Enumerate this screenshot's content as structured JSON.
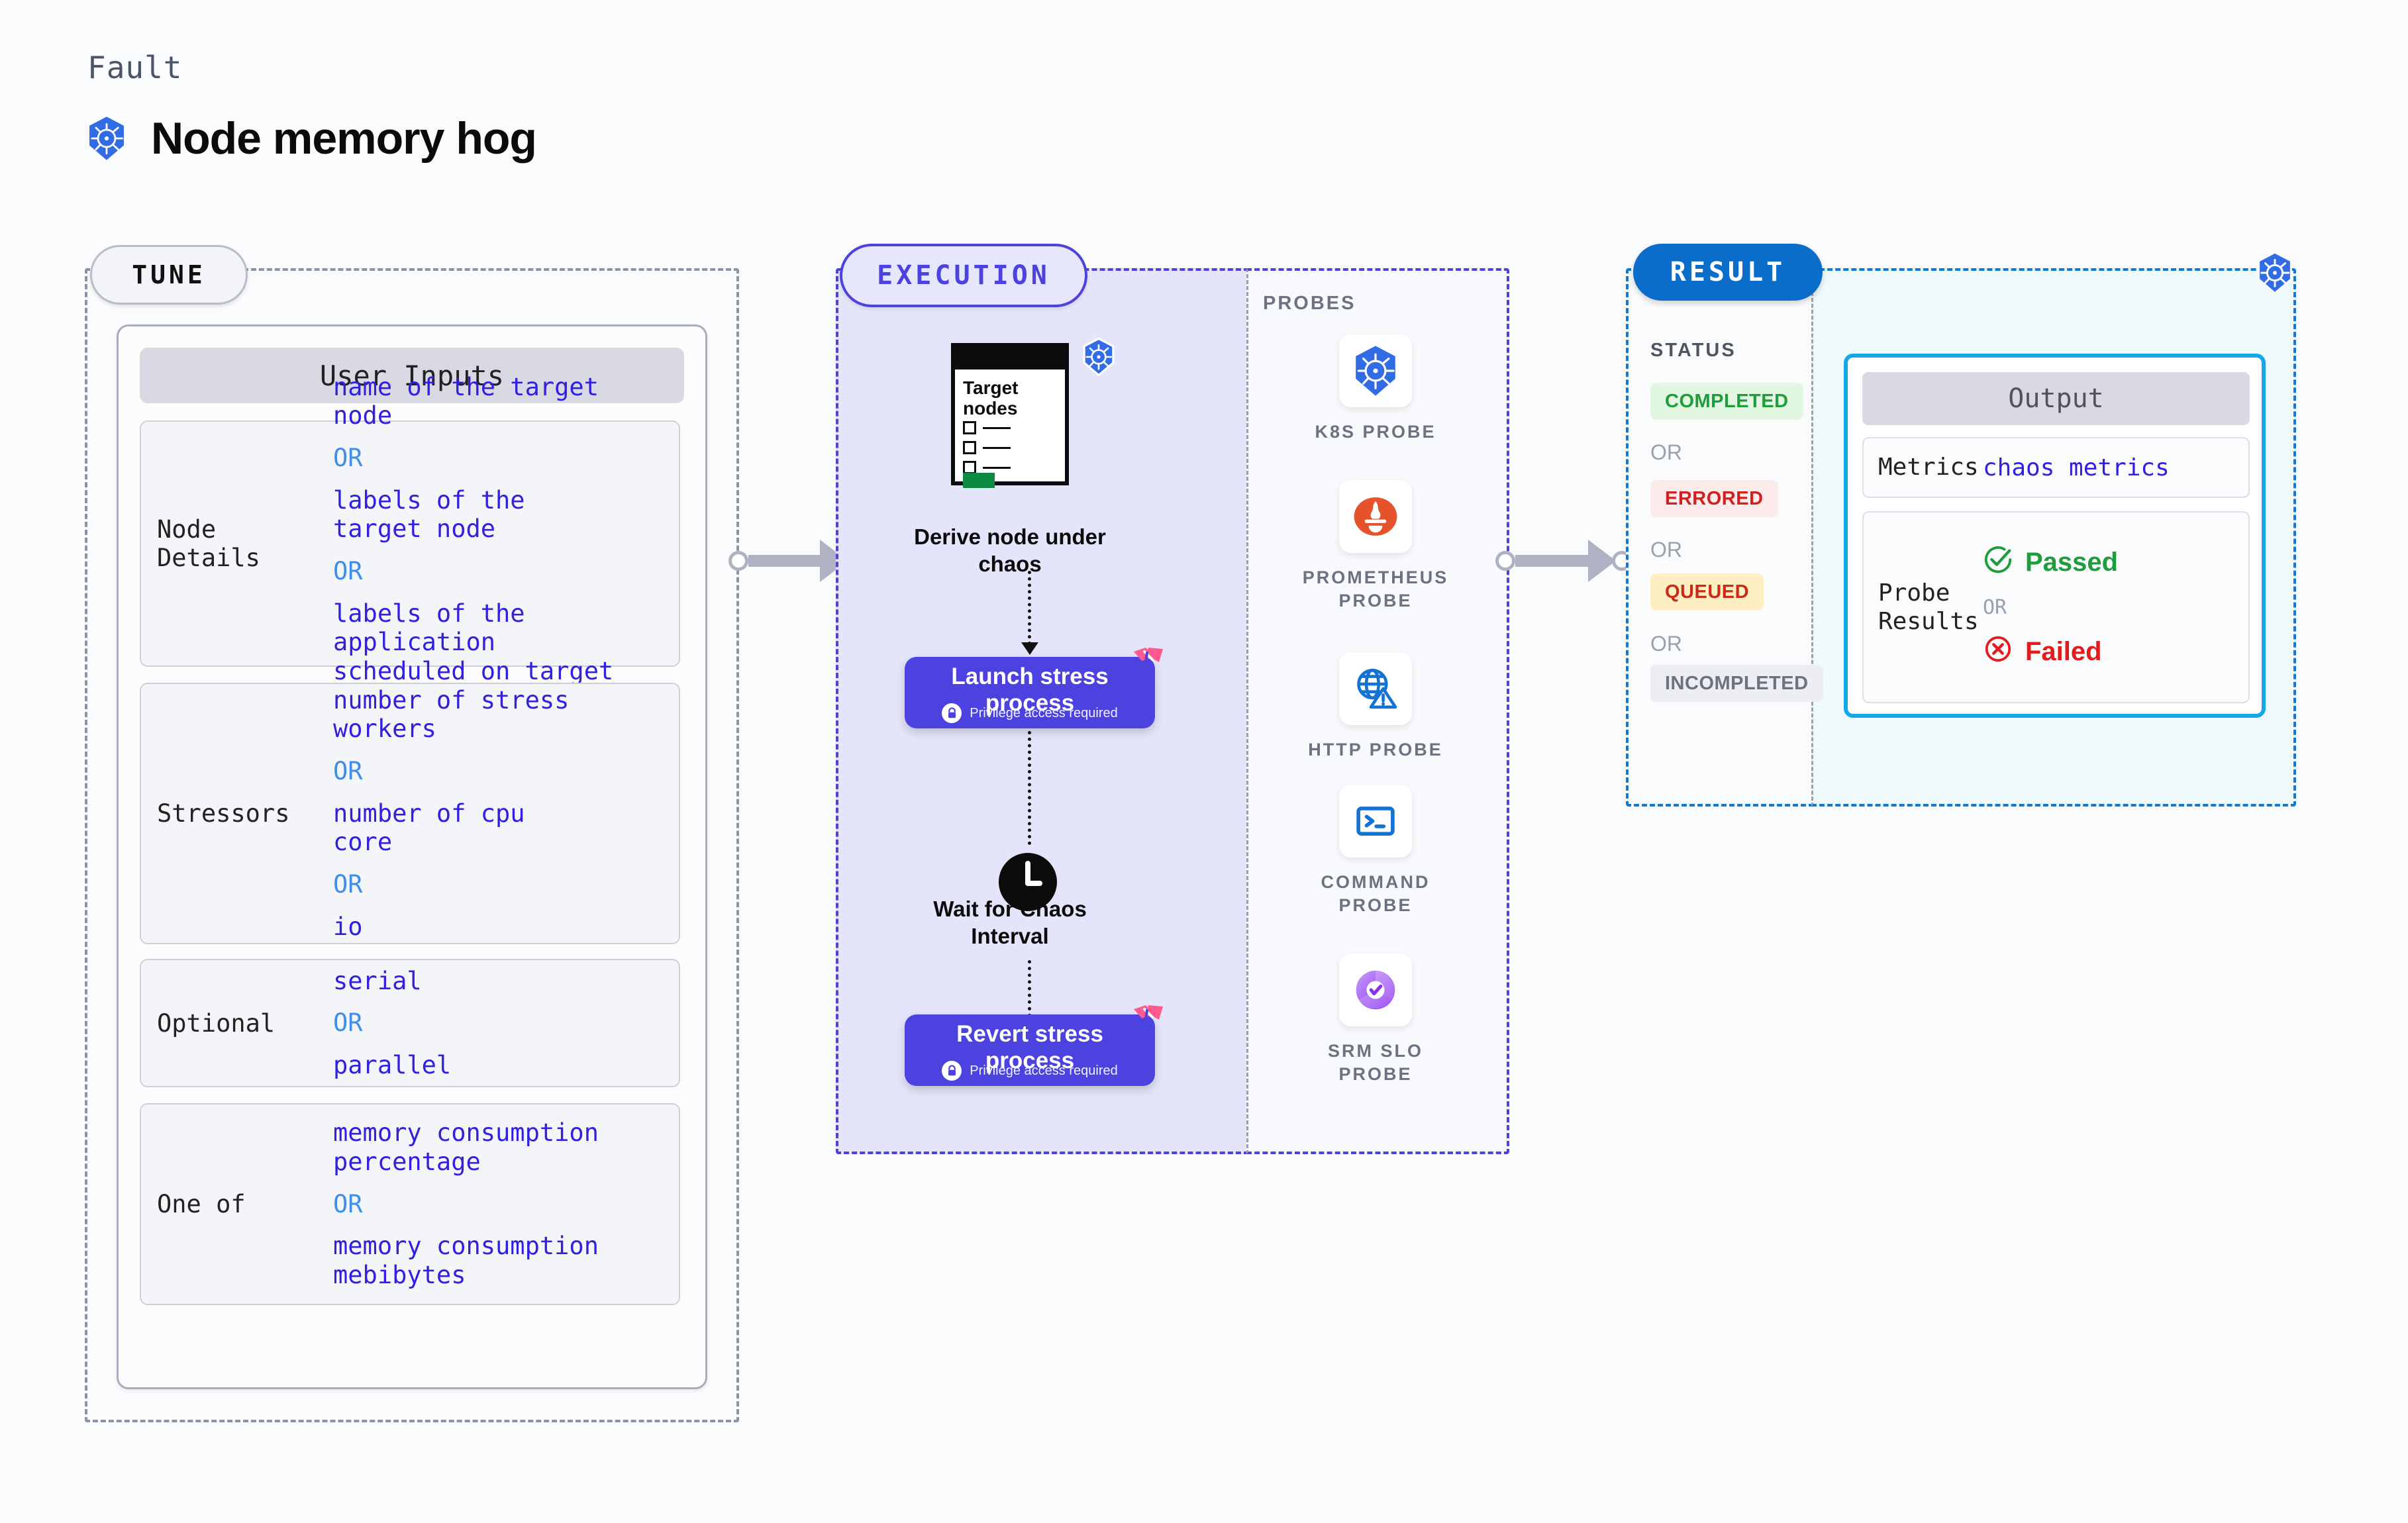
{
  "header": {
    "eyebrow": "Fault",
    "title": "Node memory hog",
    "icon": "kubernetes-icon"
  },
  "sections": {
    "tune": {
      "label": "TUNE"
    },
    "execution": {
      "label": "EXECUTION"
    },
    "probes": {
      "label": "PROBES"
    },
    "result": {
      "label": "RESULT"
    }
  },
  "tune": {
    "card_title": "User Inputs",
    "rows": [
      {
        "label": "Node Details",
        "values": [
          "name of the target\nnode",
          "labels of the\ntarget node",
          "labels of the application\n scheduled on target node"
        ],
        "separators": [
          "OR",
          "OR"
        ]
      },
      {
        "label": "Stressors",
        "values": [
          "number of stress\nworkers",
          "number of cpu\ncore",
          "io"
        ],
        "separators": [
          "OR",
          "OR"
        ]
      },
      {
        "label": "Optional",
        "values": [
          "serial",
          "parallel"
        ],
        "separators": [
          "OR"
        ]
      },
      {
        "label": "One of",
        "values": [
          "memory consumption\npercentage",
          "memory consumption\nmebibytes"
        ],
        "separators": [
          "OR"
        ]
      }
    ]
  },
  "execution": {
    "steps": [
      {
        "name": "derive-node-under-chaos",
        "label": "Derive node under\nchaos",
        "doc_title": "Target\nnodes",
        "icon": "kubernetes-icon"
      },
      {
        "name": "launch-stress-process",
        "label": "Launch stress\nprocess",
        "sub": "Privilege access required",
        "icon": "lock-icon",
        "corner": "harness-icon"
      },
      {
        "name": "wait-for-chaos-interval",
        "label": "Wait for Chaos\nInterval",
        "icon": "clock-icon"
      },
      {
        "name": "revert-stress-process",
        "label": "Revert stress\nprocess",
        "sub": "Privilege access required",
        "icon": "lock-icon",
        "corner": "harness-icon"
      }
    ]
  },
  "probes": [
    {
      "label": "K8S PROBE",
      "icon": "kubernetes-icon"
    },
    {
      "label": "PROMETHEUS\nPROBE",
      "icon": "prometheus-icon"
    },
    {
      "label": "HTTP PROBE",
      "icon": "globe-warning-icon"
    },
    {
      "label": "COMMAND\nPROBE",
      "icon": "terminal-icon"
    },
    {
      "label": "SRM SLO\nPROBE",
      "icon": "srm-slo-icon"
    }
  ],
  "result": {
    "status_title": "STATUS",
    "statuses": [
      {
        "label": "COMPLETED",
        "color": "#1f9d3b",
        "bg": "#e2f7e2"
      },
      {
        "label": "ERRORED",
        "color": "#d12020",
        "bg": "#fcebeb"
      },
      {
        "label": "QUEUED",
        "color": "#cc2a17",
        "bg": "#fdeec3"
      },
      {
        "label": "INCOMPLETED",
        "color": "#6b7280",
        "bg": "#eceef4"
      }
    ],
    "separators": [
      "OR",
      "OR",
      "OR"
    ]
  },
  "output": {
    "card_title": "Output",
    "metrics_label": "Metrics",
    "metrics_value": "chaos metrics",
    "probe_results_label": "Probe\nResults",
    "passed_label": "Passed",
    "failed_label": "Failed",
    "or_label": "OR"
  },
  "colors": {
    "primary_purple": "#4b42e0",
    "result_blue": "#0a6dc9",
    "output_cyan": "#14a8e8",
    "harness_pink": "#ff5a8e",
    "k8s_blue": "#326ce5",
    "value_blue": "#3020e0",
    "or_blue": "#3f8fe8"
  }
}
